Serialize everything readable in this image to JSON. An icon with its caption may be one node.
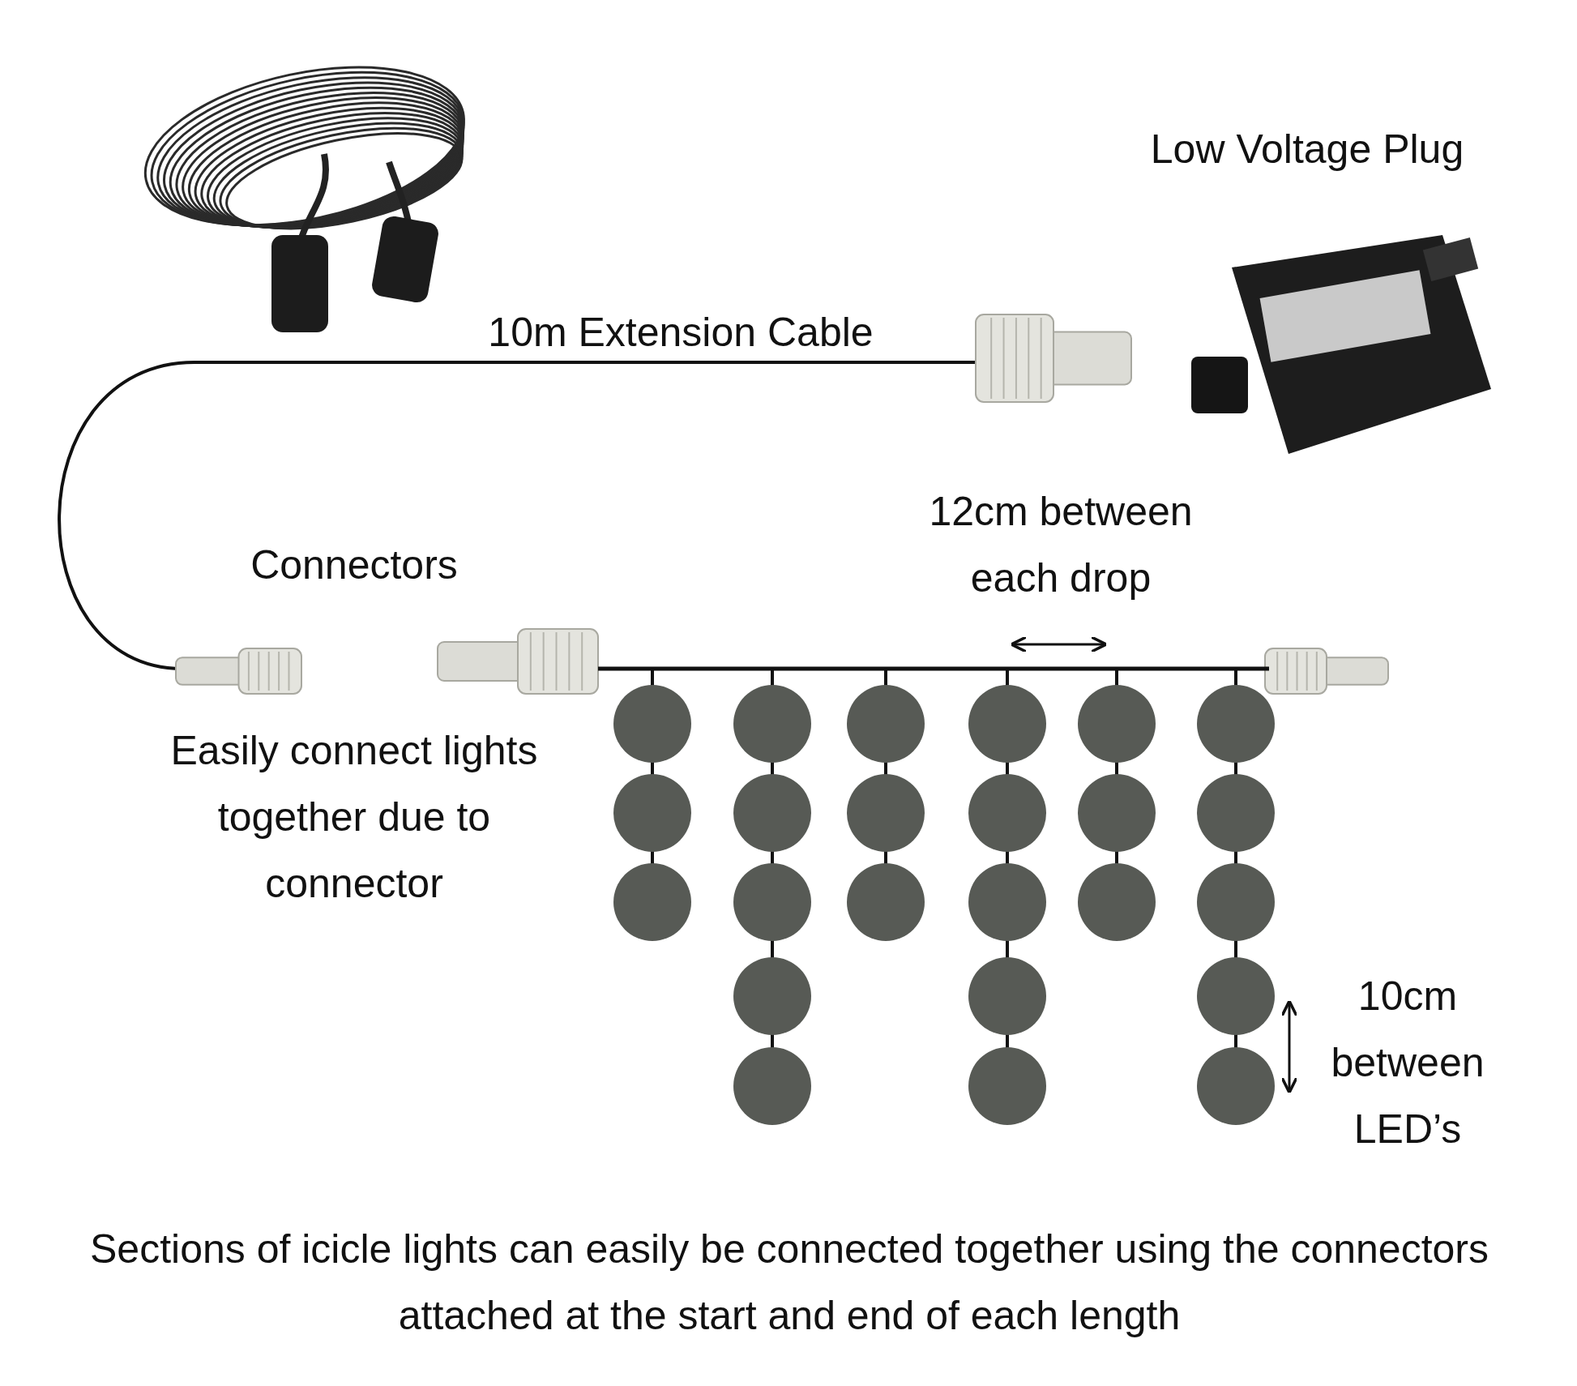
{
  "diagram": {
    "caption": "Sections of icicle lights can easily be connected together using the connectors attached at the start and end of each length",
    "labels": [
      "Low Voltage Plug",
      "10m Extension Cable",
      "12cm between each drop",
      "Connectors",
      "Easily connect lights together due to connector",
      "10cm between LED’s"
    ]
  }
}
